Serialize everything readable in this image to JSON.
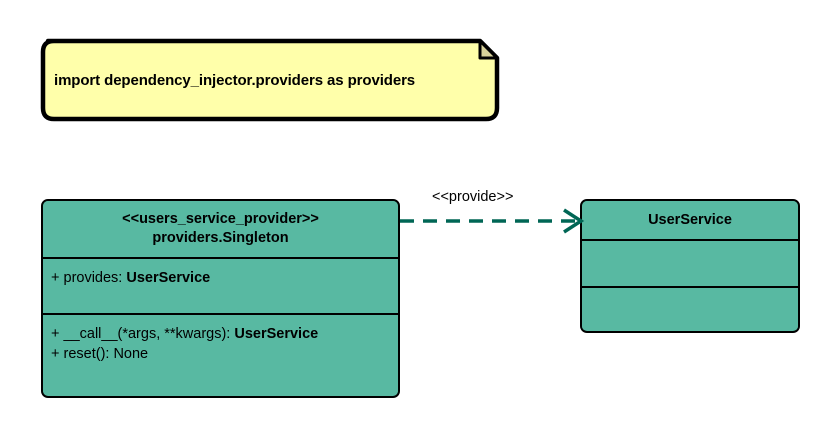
{
  "diagram": {
    "type": "uml-class-diagram",
    "background": "#ffffff",
    "colors": {
      "class_fill": "#58b9a2",
      "class_border": "#000000",
      "note_fill": "#ffffaa",
      "note_border": "#000000",
      "note_fold": "#d7d19a",
      "connector": "#006655",
      "text": "#000000"
    }
  },
  "note": {
    "text": "import dependency_injector.providers as providers"
  },
  "classes": [
    {
      "id": "users_service_provider",
      "stereotype": "<<users_service_provider>>",
      "name": "providers.Singleton",
      "attributes": [
        {
          "visibility": "+",
          "label": "provides:",
          "type": "UserService"
        }
      ],
      "operations": [
        {
          "visibility": "+",
          "label": "__call__(*args, **kwargs):",
          "type": "UserService"
        },
        {
          "visibility": "+",
          "label": "reset():",
          "type": "None",
          "type_bold": false
        }
      ]
    },
    {
      "id": "UserService",
      "stereotype": "",
      "name": "UserService",
      "attributes": [],
      "operations": []
    }
  ],
  "connector": {
    "label": "<<provide>>",
    "style": "dashed",
    "arrowhead": "open",
    "from": "users_service_provider",
    "to": "UserService"
  }
}
